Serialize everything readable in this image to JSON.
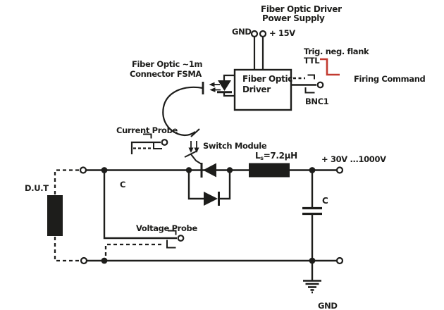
{
  "colors": {
    "line": "#1d1d1b",
    "trigger_red": "#c23a30",
    "probe_blue": "#3aa6dd",
    "background": "#ffffff"
  },
  "power_supply": {
    "title_line1": "Fiber Optic Driver",
    "title_line2": "Power Supply",
    "gnd_label": "GND",
    "v15_label": "+ 15V"
  },
  "driver_box": {
    "line1": "Fiber Optic",
    "line2": "Driver"
  },
  "trigger": {
    "line1": "Trig. neg. flank",
    "line2": "TTL",
    "firing_command": "Firing Command",
    "bnc_label": "BNC1"
  },
  "fiber": {
    "line1": "Fiber Optic ~1m",
    "line2": "Connector FSMA"
  },
  "switch_module": {
    "label": "Switch Module"
  },
  "current_probe": {
    "label": "Current Probe",
    "clamp_glyph": "C"
  },
  "voltage_probe": {
    "label": "Voltage Probe"
  },
  "inductor": {
    "symbol": "L",
    "subscript": "s",
    "value": "=7.2μH"
  },
  "supply_rail": {
    "label": "+ 30V ...1000V"
  },
  "capacitor": {
    "label": "C"
  },
  "dut": {
    "label": "D.U.T"
  },
  "ground": {
    "label": "GND"
  }
}
